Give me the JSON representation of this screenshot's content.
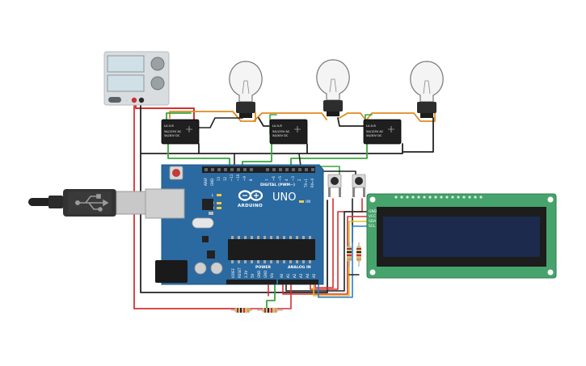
{
  "relays": [
    {
      "title": "LU-5-R",
      "line1": "5A/125V AC",
      "line2": "5A/30V DC"
    },
    {
      "title": "LU-5-R",
      "line1": "5A/125V AC",
      "line2": "5A/30V DC"
    },
    {
      "title": "LU-5-R",
      "line1": "5A/125V AC",
      "line2": "5A/30V DC"
    }
  ],
  "arduino": {
    "brand": "ARDUINO",
    "model": "UNO",
    "digital_header": "DIGITAL (PWM~)",
    "power_header": "POWER",
    "analog_header": "ANALOG IN",
    "top_pins": [
      "AREF",
      "GND",
      "13",
      "12",
      "~11",
      "~10",
      "~9",
      "8",
      "7",
      "~6",
      "~5",
      "4",
      "~3",
      "2",
      "TX→1",
      "RX←0"
    ],
    "power_pins": [
      "IOREF",
      "RESET",
      "3.3V",
      "5V",
      "GND",
      "GND",
      "Vin"
    ],
    "analog_pins": [
      "A0",
      "A1",
      "A2",
      "A3",
      "A4",
      "A5"
    ],
    "led_labels": [
      "L",
      "TX",
      "RX"
    ],
    "on_label": "ON"
  },
  "lcd": {
    "pins": [
      "GND",
      "VCC",
      "SDA",
      "SCL"
    ]
  },
  "power_supply": {
    "minus_label": "-",
    "plus_label": "+"
  },
  "colors": {
    "board": "#2b6aa0",
    "lcd_pcb": "#46a36b",
    "lcd_screen": "#1b2a4d",
    "wire_red": "#d63030",
    "wire_black": "#222222",
    "wire_orange": "#e08a1e",
    "wire_green": "#3aa53a",
    "wire_blue": "#2a7fd0",
    "wire_yellow": "#e6c21a"
  }
}
